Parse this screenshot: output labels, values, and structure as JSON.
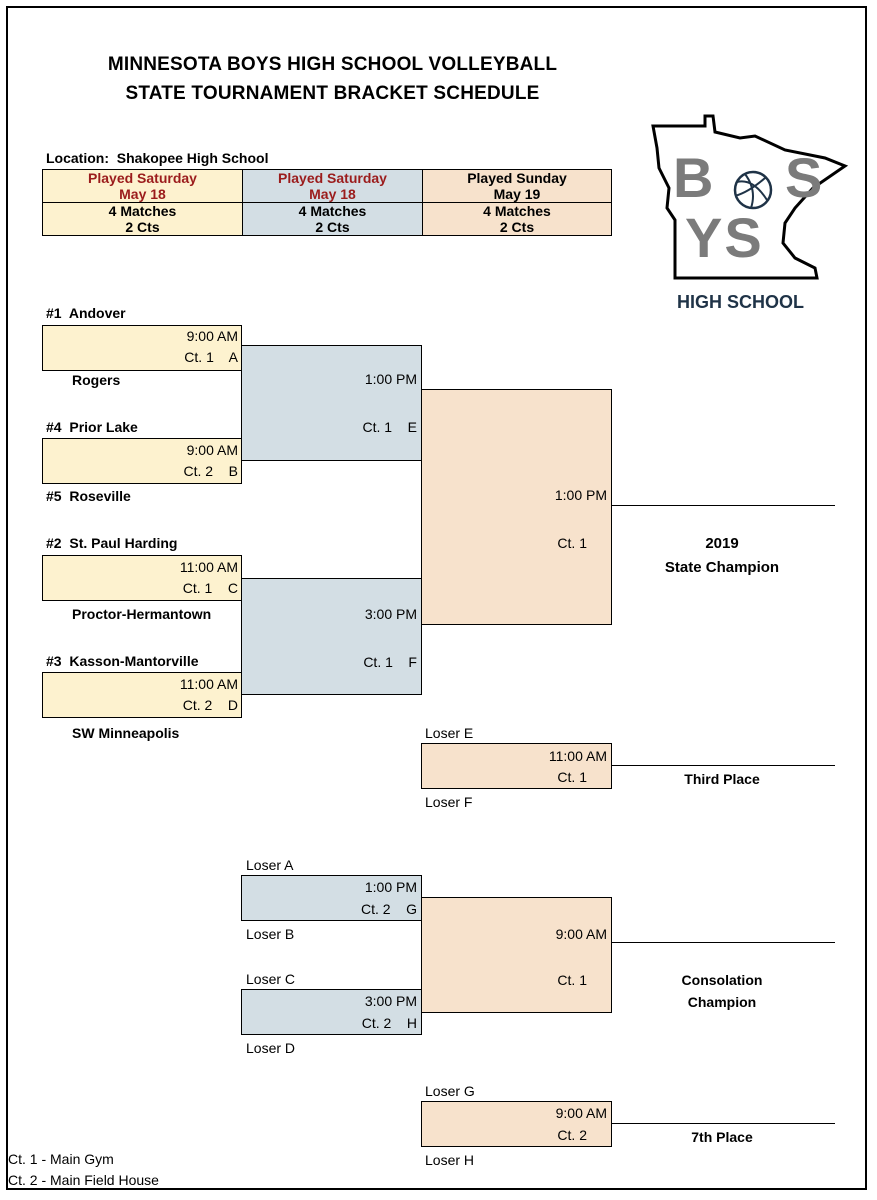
{
  "header": {
    "title_line1": "MINNESOTA BOYS HIGH SCHOOL VOLLEYBALL",
    "title_line2": "STATE TOURNAMENT BRACKET SCHEDULE"
  },
  "location": "Location:  Shakopee High School",
  "schedule": [
    {
      "played": "Played Saturday",
      "date": "May 18",
      "matches": "4 Matches",
      "courts": "2 Cts"
    },
    {
      "played": "Played Saturday",
      "date": "May 18",
      "matches": "4 Matches",
      "courts": "2 Cts"
    },
    {
      "played": "Played Sunday",
      "date": "May 19",
      "matches": "4 Matches",
      "courts": "2 Cts"
    }
  ],
  "logo": {
    "line1": "B",
    "line1b": "S",
    "line2": "YS",
    "school": "HIGH SCHOOL"
  },
  "teams": {
    "t1": "#1  Andover",
    "t2": "Rogers",
    "t3": "#4  Prior Lake",
    "t4": "#5  Roseville",
    "t5": "#2  St. Paul Harding",
    "t6": "Proctor-Hermantown",
    "t7": "#3  Kasson-Mantorville",
    "t8": "SW Minneapolis"
  },
  "matches": {
    "A": {
      "time": "9:00 AM",
      "court": "Ct. 1    A"
    },
    "B": {
      "time": "9:00 AM",
      "court": "Ct. 2    B"
    },
    "C": {
      "time": "11:00 AM",
      "court": "Ct. 1    C"
    },
    "D": {
      "time": "11:00 AM",
      "court": "Ct. 2    D"
    },
    "E": {
      "time": "1:00 PM",
      "court": "Ct. 1    E"
    },
    "F": {
      "time": "3:00 PM",
      "court": "Ct. 1    F"
    },
    "final": {
      "time": "1:00 PM",
      "court": "Ct. 1"
    },
    "third": {
      "time": "11:00 AM",
      "court": "Ct. 1"
    },
    "G": {
      "time": "1:00 PM",
      "court": "Ct. 2    G"
    },
    "H": {
      "time": "3:00 PM",
      "court": "Ct. 2    H"
    },
    "consolation": {
      "time": "9:00 AM",
      "court": "Ct. 1"
    },
    "seventh": {
      "time": "9:00 AM",
      "court": "Ct. 2"
    }
  },
  "losers": {
    "e": "Loser E",
    "f": "Loser F",
    "a": "Loser A",
    "b": "Loser B",
    "c": "Loser C",
    "d": "Loser D",
    "g": "Loser G",
    "h": "Loser H"
  },
  "results": {
    "champion_year": "2019",
    "champion": "State Champion",
    "third": "Third Place",
    "consolation1": "Consolation",
    "consolation2": "Champion",
    "seventh": "7th Place"
  },
  "legend": {
    "ct1": "Ct. 1 - Main Gym",
    "ct2": "Ct. 2 - Main Field House"
  },
  "colors": {
    "saturday1": "#fdf2cf",
    "saturday2": "#d3dee4",
    "sunday": "#f7e2cc",
    "accent_red": "#9b1c1c",
    "logo_gray": "#7b7b7b",
    "logo_navy": "#1f3347"
  }
}
